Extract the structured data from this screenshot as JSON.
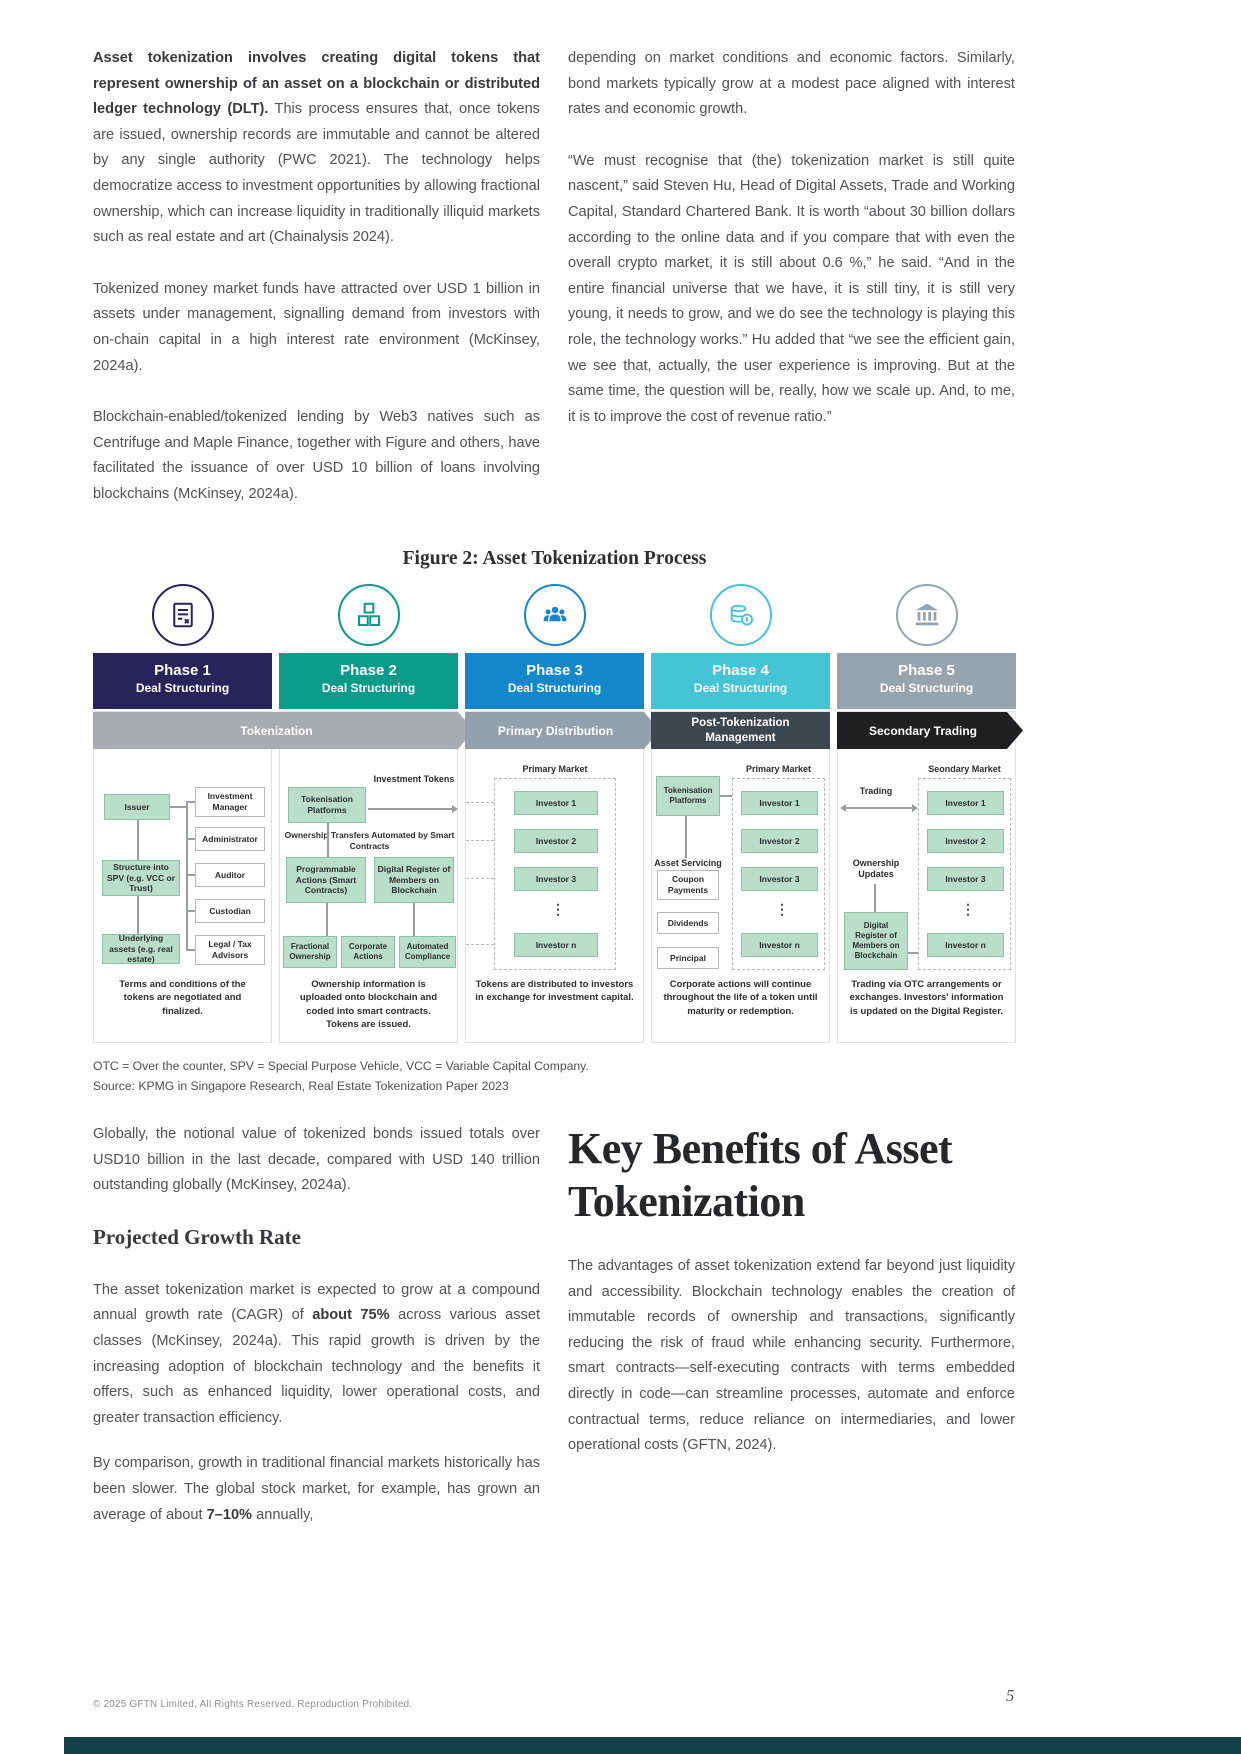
{
  "article": {
    "left": {
      "p1_bold": "Asset tokenization involves creating digital tokens that represent ownership of an asset on a blockchain or distributed ledger technology (DLT).",
      "p1_rest": " This process ensures that, once tokens are issued, ownership records are immutable and cannot be altered by any single authority (PWC 2021). The technology helps democratize access to investment opportunities by allowing fractional ownership, which can increase liquidity in traditionally illiquid markets such as real estate and art (Chainalysis 2024).",
      "p2": "Tokenized money market funds have attracted over USD 1 billion in assets under management, signalling demand from investors with on-chain capital in a high interest rate environment (McKinsey, 2024a).",
      "p3": "Blockchain-enabled/tokenized lending by Web3 natives such as Centrifuge and Maple Finance, together with Figure and others, have facilitated the issuance of over USD 10 billion of loans involving blockchains (McKinsey, 2024a)."
    },
    "right": {
      "p1": "depending on market conditions and economic factors. Similarly, bond markets typically grow at a modest pace aligned with interest rates and economic growth.",
      "p2": "“We must recognise that (the) tokenization market is still quite nascent,” said Steven Hu, Head of Digital Assets, Trade and Working Capital, Standard Chartered Bank. It is worth “about 30 billion dollars according to the online data and if you compare that with even the overall crypto market, it is still about 0.6 %,” he said. “And in the entire financial universe that we have, it is still tiny, it is still very young,  it needs to grow, and we do see the technology is playing this role, the technology works.” Hu added that “we see the efficient gain, we see that, actually, the user experience is improving. But at the same time, the question will be, really, how we scale up. And, to me, it is to improve the cost of revenue ratio.”"
    }
  },
  "figure": {
    "title": "Figure 2: Asset Tokenization Process",
    "phases": [
      {
        "name": "Phase 1",
        "subtitle": "Deal Structuring",
        "caption": "Terms and conditions of the tokens are negotiated and finalized."
      },
      {
        "name": "Phase 2",
        "subtitle": "Deal Structuring",
        "caption": "Ownership information is uploaded onto blockchain and coded into smart contracts. Tokens are issued."
      },
      {
        "name": "Phase 3",
        "subtitle": "Deal Structuring",
        "caption": "Tokens are distributed to investors in exchange for investment capital."
      },
      {
        "name": "Phase 4",
        "subtitle": "Deal Structuring",
        "caption": "Corporate actions will continue throughout the life of a token until maturity or redemption."
      },
      {
        "name": "Phase 5",
        "subtitle": "Deal Structuring",
        "caption": "Trading via OTC arrangements or exchanges. Investors' information is updated on the Digital Register."
      }
    ],
    "banners": {
      "tokenization": "Tokenization",
      "primary_distribution": "Primary Distribution",
      "post_line1": "Post-Tokenization",
      "post_line2": "Management",
      "secondary_trading": "Secondary Trading"
    },
    "col1": {
      "issuer": "Issuer",
      "parties": [
        "Investment Manager",
        "Administrator",
        "Auditor",
        "Custodian",
        "Legal / Tax Advisors"
      ],
      "spv": "Structure into SPV (e.g. VCC or Trust)",
      "assets": "Underlying assets (e.g. real estate)"
    },
    "col2": {
      "platforms": "Tokenisation Platforms",
      "investment_tokens": "Investment Tokens",
      "smart_note": "Ownership Transfers Automated by Smart Contracts",
      "programmable": "Programmable Actions (Smart Contracts)",
      "register": "Digital Register of Members on Blockchain",
      "features": [
        "Fractional Ownership",
        "Corporate Actions",
        "Automated Compliance"
      ]
    },
    "col3": {
      "market": "Primary Market"
    },
    "col4": {
      "platforms": "Tokenisation Platforms",
      "market": "Primary Market",
      "servicing_label": "Asset Servicing",
      "servicing": [
        "Coupon Payments",
        "Dividends",
        "Principal"
      ]
    },
    "col5": {
      "market": "Seondary Market",
      "trading": "Trading",
      "ownership": "Ownership Updates",
      "register": "Digital Register of Members on Blockchain"
    },
    "investors": [
      "Investor 1",
      "Investor 2",
      "Investor 3",
      "Investor n"
    ],
    "ellipsis": "⋮",
    "footnote_abbrev": "OTC = Over the counter, SPV = Special Purpose Vehicle, VCC = Variable Capital Company.",
    "footnote_source": "Source: KPMG in Singapore Research, Real Estate Tokenization Paper 2023"
  },
  "sections": {
    "bonds_p": "Globally, the notional value of tokenized bonds issued totals over USD10 billion in the last decade, compared with USD 140 trillion outstanding globally (McKinsey, 2024a).",
    "growth_heading": "Projected Growth Rate",
    "growth_p1_a": "The asset tokenization market is expected to grow at a compound annual growth rate (CAGR) of ",
    "growth_p1_b": "about 75%",
    "growth_p1_c": " across various asset classes (McKinsey, 2024a). This rapid growth is driven by the increasing adoption of blockchain technology and the benefits it offers, such as enhanced liquidity, lower operational costs, and greater transaction efficiency.",
    "growth_p2_a": "By comparison, growth in traditional financial markets historically has been slower. The global stock market, for example, has grown an average of about ",
    "growth_p2_b": "7–10%",
    "growth_p2_c": " annually,",
    "benefits_heading": "Key Benefits of Asset Tokenization",
    "benefits_p": "The advantages of asset tokenization extend far beyond just liquidity and accessibility. Blockchain technology enables the creation of immutable records of ownership and transactions, significantly reducing the risk of fraud while enhancing security. Furthermore, smart contracts—self-executing contracts with terms embedded directly in code—can streamline processes, automate and enforce contractual terms, reduce reliance on intermediaries, and lower operational costs (GFTN, 2024)."
  },
  "footer": {
    "copyright": "© 2025 GFTN Limited, All Rights Reserved. Reproduction Prohibited.",
    "page_number": "5"
  },
  "colors": {
    "phase1": "#29235c",
    "phase2": "#0a9b8b",
    "phase3": "#1387c9",
    "phase4": "#45c4d6",
    "phase5": "#98a4ad",
    "green_box": "#b9dec9",
    "bottom_bar": "#133f48"
  }
}
